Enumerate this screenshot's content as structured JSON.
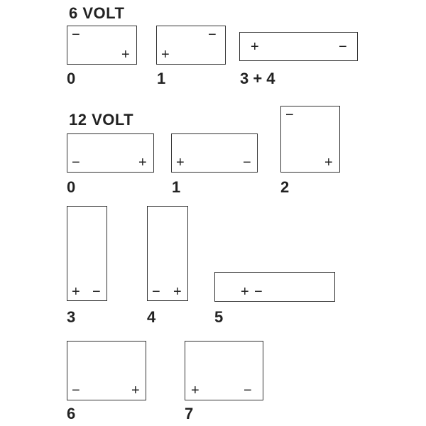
{
  "sections": {
    "six_volt": {
      "title": "6 VOLT",
      "layouts": [
        {
          "code": "0",
          "top_left": "−",
          "bottom_right": "+"
        },
        {
          "code": "1",
          "top_right": "−",
          "bottom_left": "+"
        },
        {
          "code": "3 + 4",
          "left": "+",
          "right": "−"
        }
      ]
    },
    "twelve_volt": {
      "title": "12 VOLT",
      "layouts": [
        {
          "code": "0",
          "left": "−",
          "right": "+"
        },
        {
          "code": "1",
          "left": "+",
          "right": "−"
        },
        {
          "code": "2",
          "top_left": "−",
          "bottom_right": "+"
        },
        {
          "code": "3",
          "left": "+",
          "right": "−"
        },
        {
          "code": "4",
          "left": "−",
          "right": "+"
        },
        {
          "code": "5",
          "left": "+",
          "right": "−"
        },
        {
          "code": "6",
          "left": "−",
          "right": "+"
        },
        {
          "code": "7",
          "left": "+",
          "right": "−"
        }
      ]
    }
  }
}
